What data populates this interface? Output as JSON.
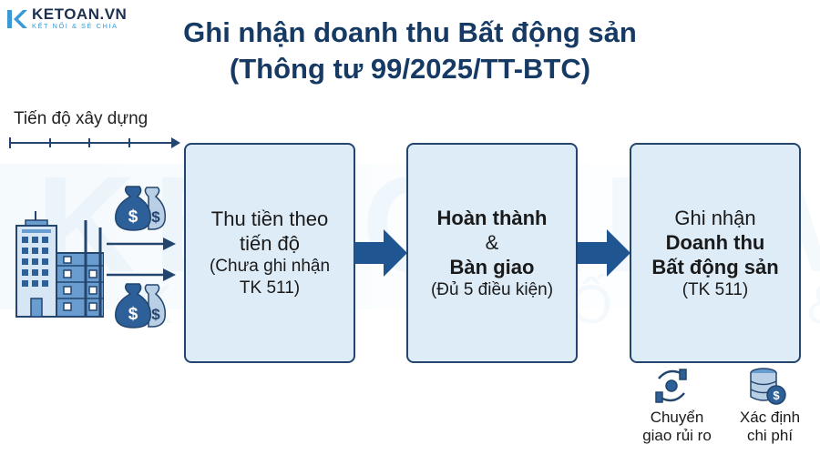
{
  "logo": {
    "name": "KETOAN.VN",
    "tagline": "KẾT NỐI & SẺ CHIA"
  },
  "title": {
    "line1": "Ghi nhận doanh thu Bất động sản",
    "line2": "(Thông tư 99/2025/TT-BTC)"
  },
  "watermark": {
    "main": "KETOAN.VN",
    "sub": "KẾT NỐI & SẺ CHIA"
  },
  "timeline": {
    "label": "Tiến độ xây dựng",
    "ticks": 4
  },
  "left_illustration": {
    "icons": [
      "building-icon",
      "money-bag-icon",
      "money-bag-icon",
      "arrow-right-icon",
      "arrow-right-icon"
    ]
  },
  "boxes": [
    {
      "lines": [
        "Thu tiền theo",
        "tiến độ"
      ],
      "sub": [
        "(Chưa ghi nhận",
        "TK 511)"
      ]
    },
    {
      "bold1": "Hoàn thành",
      "amp": "&",
      "bold2": "Bàn giao",
      "sub": "(Đủ 5 điều kiện)"
    },
    {
      "line1": "Ghi nhận",
      "bold1": "Doanh thu",
      "bold2": "Bất động sản",
      "sub": "(TK 511)"
    }
  ],
  "bottom_icons": [
    {
      "icon": "hand-coin-icon",
      "label1": "Chuyển",
      "label2": "giao rủi ro"
    },
    {
      "icon": "database-coin-icon",
      "label1": "Xác định",
      "label2": "chi phí"
    }
  ],
  "colors": {
    "title": "#163a63",
    "box_fill": "#deecf7",
    "box_border": "#23456e",
    "arrow": "#1f5591",
    "accent": "#3b9ad6"
  }
}
